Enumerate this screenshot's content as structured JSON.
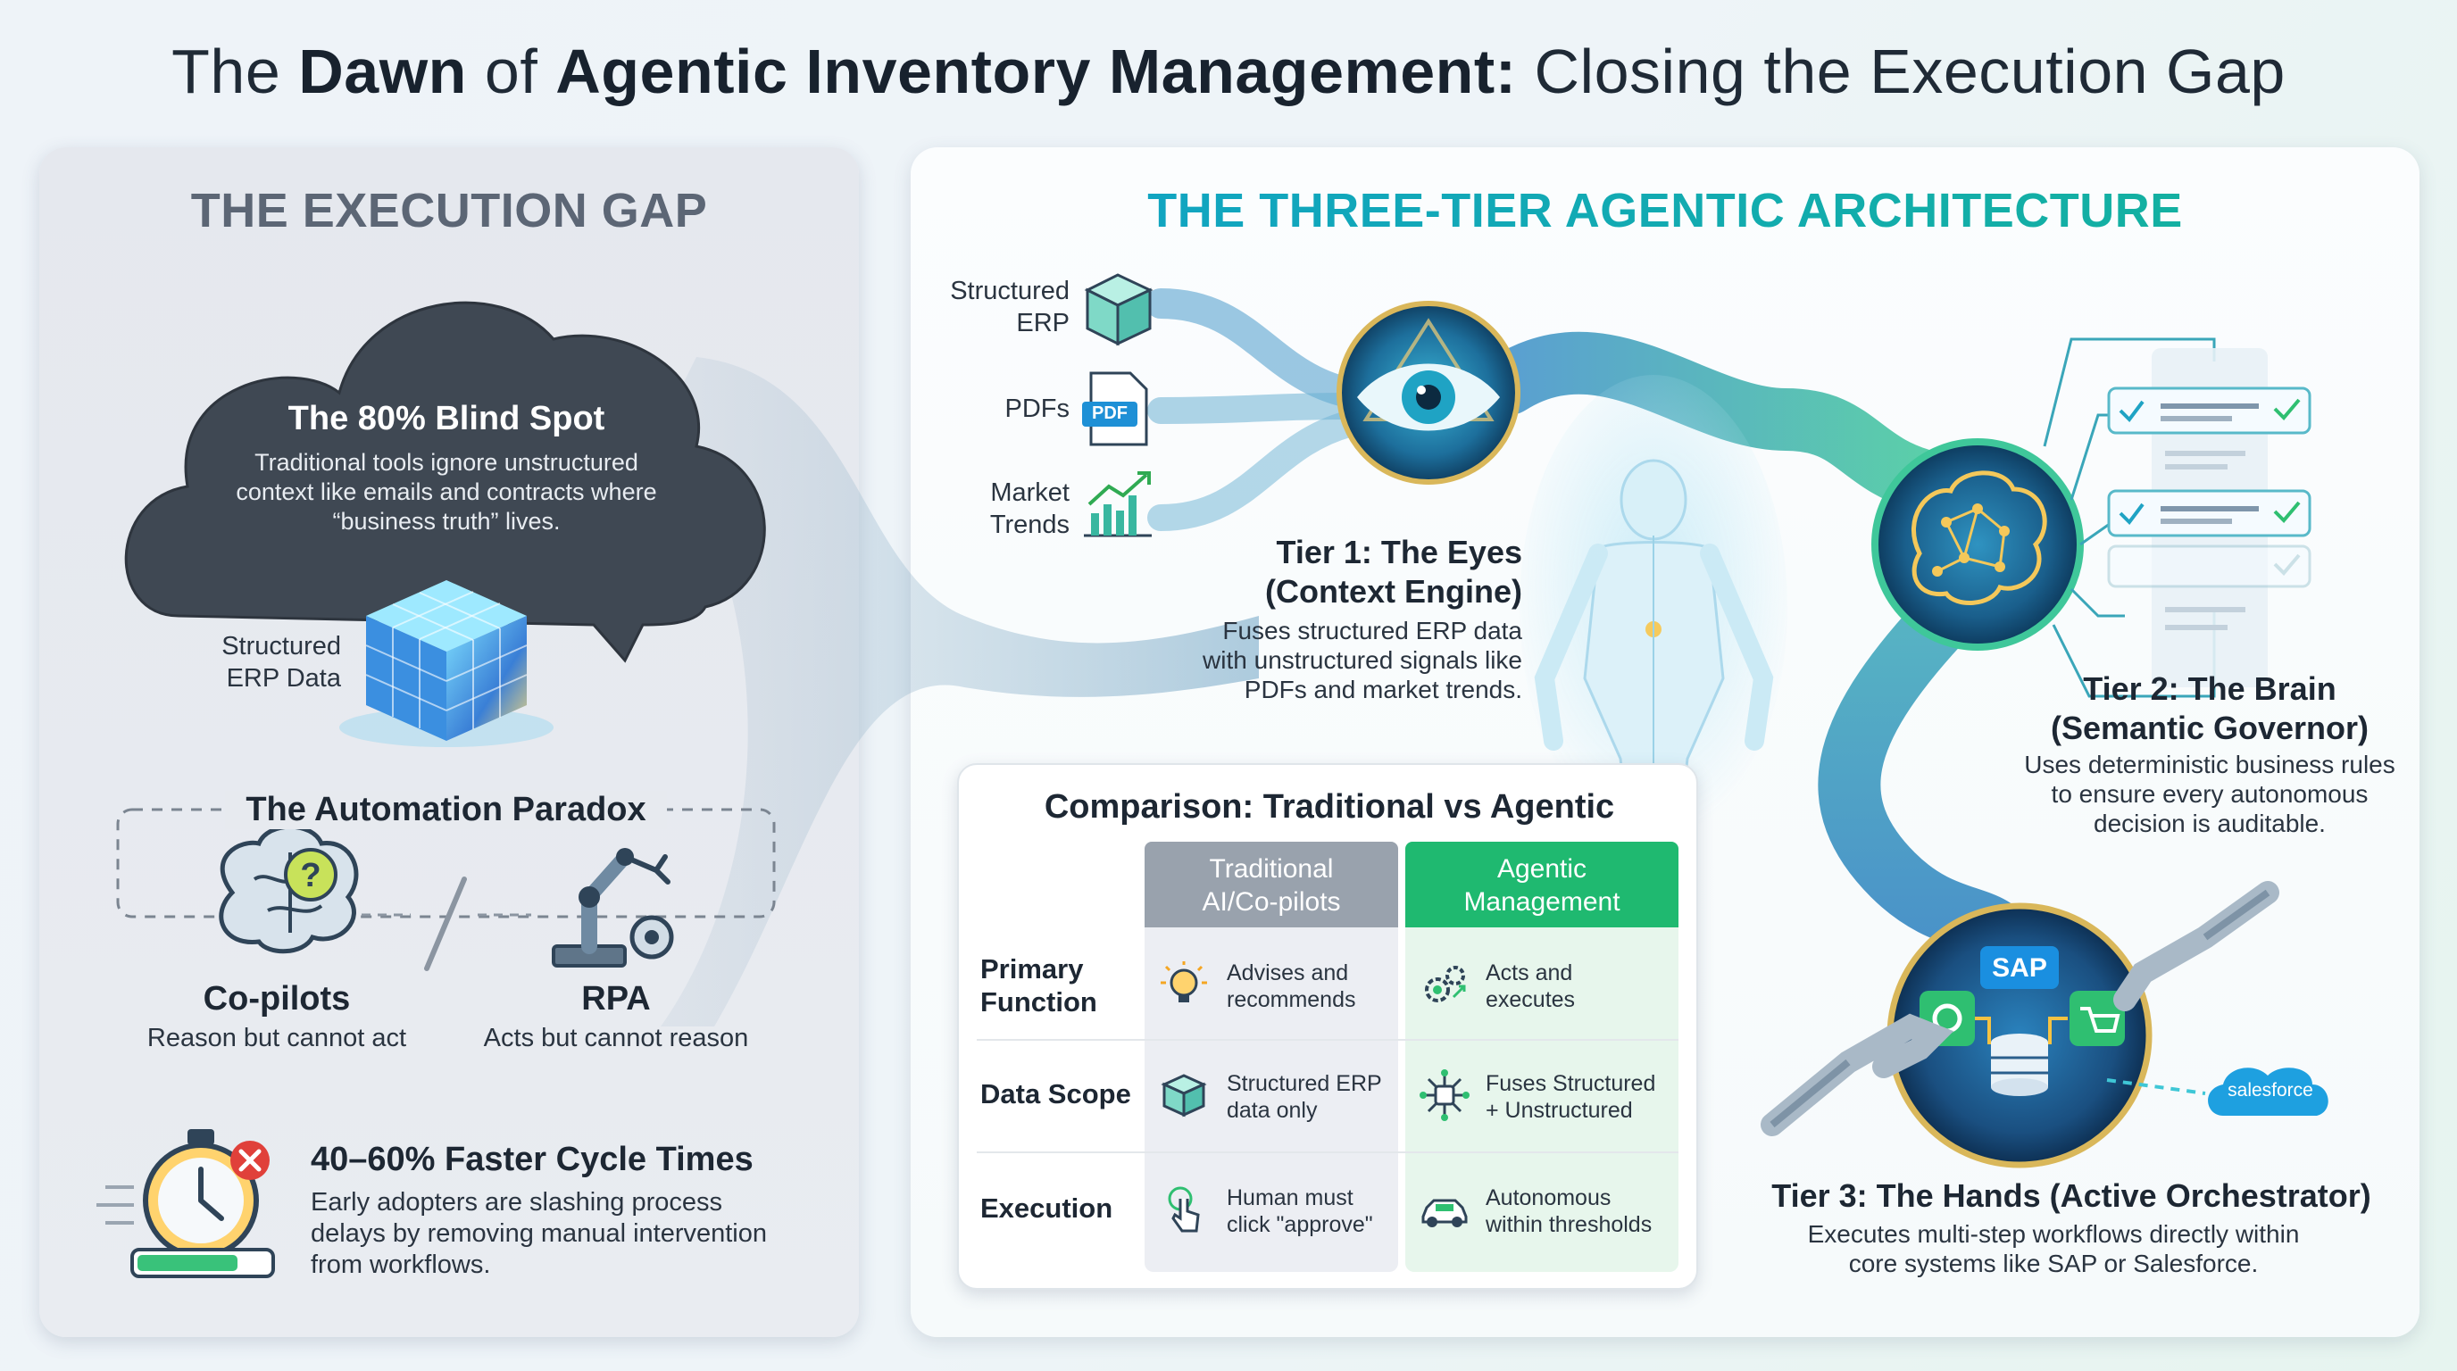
{
  "title": {
    "p1": "The ",
    "b1": "Dawn",
    "p2": " of ",
    "b2": "Agentic Inventory Management:",
    "p3": " Closing the Execution Gap"
  },
  "left": {
    "title": "THE EXECUTION GAP",
    "cloud": {
      "heading": "The 80% Blind Spot",
      "text": [
        "Traditional tools ignore unstructured",
        "context like emails and contracts where",
        "“business truth” lives."
      ]
    },
    "erp_label": [
      "Structured",
      "ERP Data"
    ],
    "paradox": {
      "heading": "The Automation Paradox",
      "copilots": {
        "name": "Co-pilots",
        "desc": "Reason but cannot act"
      },
      "rpa": {
        "name": "RPA",
        "desc": "Acts but cannot reason"
      }
    },
    "cycle": {
      "heading": "40–60% Faster Cycle Times",
      "text": [
        "Early adopters are slashing process",
        "delays by removing manual intervention",
        "from workflows."
      ]
    }
  },
  "right": {
    "title": "THE THREE-TIER AGENTIC ARCHITECTURE",
    "inputs": {
      "erp": [
        "Structured",
        "ERP"
      ],
      "pdfs": "PDFs",
      "pdf_badge": "PDF",
      "market": [
        "Market",
        "Trends"
      ]
    },
    "tier1": {
      "heading": [
        "Tier 1: The Eyes",
        "(Context Engine)"
      ],
      "text": [
        "Fuses structured ERP data",
        "with unstructured signals like",
        "PDFs and market trends."
      ]
    },
    "tier2": {
      "heading": [
        "Tier 2: The Brain",
        "(Semantic Governor)"
      ],
      "text": [
        "Uses deterministic business rules",
        "to ensure every autonomous",
        "decision is auditable."
      ]
    },
    "tier3": {
      "heading": "Tier 3: The Hands (Active Orchestrator)",
      "text": [
        "Executes multi-step workflows directly within",
        "core systems like SAP or Salesforce."
      ],
      "sap": "SAP",
      "salesforce": "salesforce"
    }
  },
  "comparison": {
    "title": "Comparison: Traditional vs Agentic",
    "col_traditional": [
      "Traditional",
      "AI/Co-pilots"
    ],
    "col_agentic": [
      "Agentic",
      "Management"
    ],
    "rows": [
      {
        "label": [
          "Primary",
          "Function"
        ],
        "traditional": [
          "Advises and",
          "recommends"
        ],
        "agentic": [
          "Acts and",
          "executes"
        ]
      },
      {
        "label": [
          "Data Scope"
        ],
        "traditional": [
          "Structured ERP",
          "data only"
        ],
        "agentic": [
          "Fuses Structured",
          "+ Unstructured"
        ]
      },
      {
        "label": [
          "Execution"
        ],
        "traditional": [
          "Human must",
          "click \"approve\""
        ],
        "agentic": [
          "Autonomous",
          "within thresholds"
        ]
      }
    ]
  },
  "colors": {
    "accent_teal": "#14b39a",
    "accent_blue": "#10a2c8",
    "agentic_green": "#1fb970",
    "traditional_gray": "#99a2ad",
    "alert_red": "#e0403a"
  },
  "icons": {
    "eye": "eye-icon",
    "brain": "brain-icon",
    "robot_hand": "robot-hand-icon",
    "stopwatch": "stopwatch-icon",
    "lightbulb": "lightbulb-icon",
    "gears": "gears-icon",
    "cube": "cube-icon",
    "network": "network-icon",
    "touch": "touch-icon",
    "car": "car-icon",
    "pdf": "pdf-icon",
    "chart": "chart-icon"
  }
}
